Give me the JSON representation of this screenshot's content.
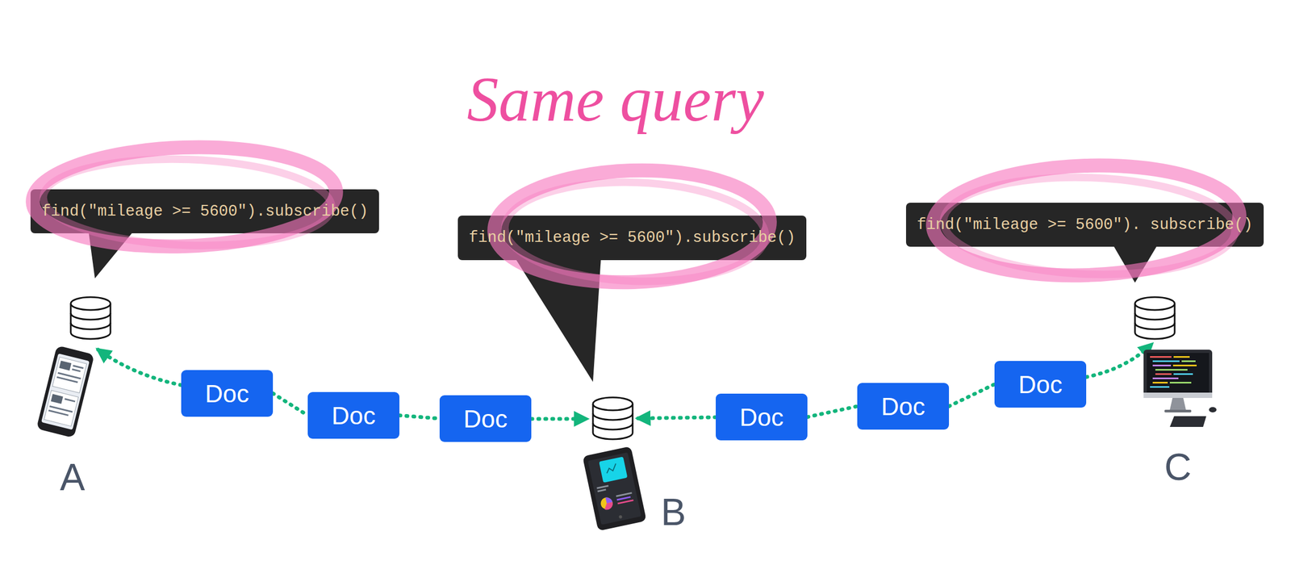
{
  "diagram": {
    "title": "Same query",
    "nodes": [
      {
        "text": [
          "find(\"mileage >= 5600\").subscribe()"
        ]
      },
      {
        "text": [
          "find(\"mileage >= 5600\").subscribe()"
        ]
      },
      {
        "text": [
          "find(\"mileage >= 5600\"). subscribe()"
        ]
      },
      {
        "text": [
          "Doc"
        ]
      },
      {
        "text": [
          "Doc"
        ]
      },
      {
        "text": [
          "Doc"
        ]
      },
      {
        "text": [
          "Doc"
        ]
      },
      {
        "text": [
          "Doc"
        ]
      },
      {
        "text": [
          "Doc"
        ]
      }
    ],
    "edges": [
      {
        "from": 3,
        "to": 4,
        "arrow": "none"
      },
      {
        "from": 4,
        "to": 5,
        "arrow": "none"
      },
      {
        "from": 6,
        "to": 7,
        "arrow": "none"
      },
      {
        "from": 7,
        "to": 8,
        "arrow": "none"
      }
    ],
    "labels": [
      "A",
      "B",
      "C"
    ]
  }
}
